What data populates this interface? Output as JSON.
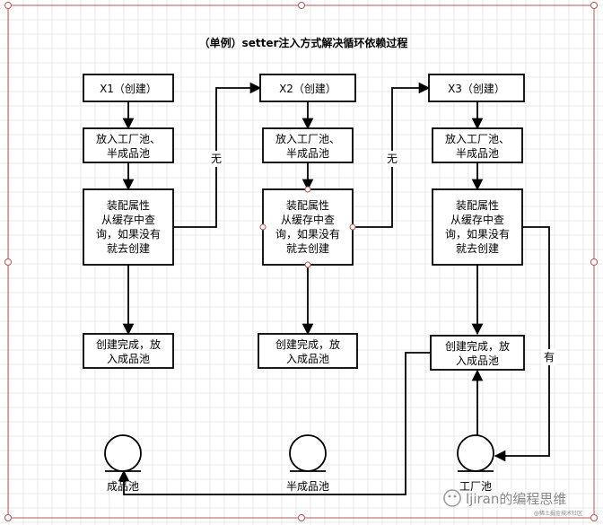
{
  "title": "（单例）setter注入方式解决循环依赖过程",
  "columns": [
    {
      "create": "X1（创建）",
      "put": [
        "放入工厂池、",
        "半成品池"
      ],
      "assemble": [
        "装配属性",
        "从缓存中查",
        "询，如果没有",
        "就去创建"
      ],
      "done": [
        "创建完成，放",
        "入成品池"
      ]
    },
    {
      "create": "X2（创建）",
      "put": [
        "放入工厂池、",
        "半成品池"
      ],
      "assemble": [
        "装配属性",
        "从缓存中查",
        "询，如果没有",
        "就去创建"
      ],
      "done": [
        "创建完成，放",
        "入成品池"
      ]
    },
    {
      "create": "X3（创建）",
      "put": [
        "放入工厂池、",
        "半成品池"
      ],
      "assemble": [
        "装配属性",
        "从缓存中查",
        "询，如果没有",
        "就去创建"
      ],
      "done": [
        "创建完成，放",
        "入成品池"
      ]
    }
  ],
  "edge_labels": {
    "none_1": "无",
    "none_2": "无",
    "have": "有"
  },
  "storage": {
    "finished_pool": "成品池",
    "half_pool": "半成品池",
    "factory_pool": "工厂池"
  },
  "watermark": "ljiran的编程思维",
  "watermark_sub": "@稀土掘金技术社区",
  "colors": {
    "stroke": "#000000",
    "handle": "#b85450"
  }
}
